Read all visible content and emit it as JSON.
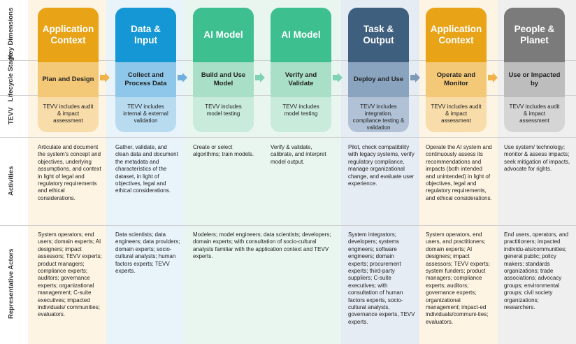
{
  "row_labels": {
    "key_dimensions": "Key Dimensions",
    "lifecycle_stage": "Lifecycle Stage",
    "tevv": "TEVV",
    "activities": "Activities",
    "actors": "Representative Actors"
  },
  "columns": [
    {
      "dimension": "Application Context",
      "stage": "Plan and Design",
      "tevv": "TEVV includes audit & impact assessment",
      "activities": "Articulate and document the system's concept and objectives, underlying assumptions, and context in light of legal and regulatory requirements and ethical considerations.",
      "actors": "System operators; end users; domain experts; AI designers; impact assessors; TEVV experts; product managers; compliance experts; auditors; governance experts; organizational management; C-suite executives; impacted individuals/ communities; evaluators.",
      "colors": {
        "head": "#e8a317",
        "stage": "#f3c978",
        "tevv": "#f8dcaa",
        "bg": "#fdf4e3"
      }
    },
    {
      "dimension": "Data & Input",
      "stage": "Collect and Process Data",
      "tevv": "TEVV includes internal & external validation",
      "activities": "Gather, validate, and clean data and document the metadata and characteristics of the dataset, in light of objectives, legal and ethical considerations.",
      "actors": "Data scientists; data engineers; data providers; domain experts; socio-cultural analysts; human factors experts; TEVV experts.",
      "colors": {
        "head": "#1497d4",
        "stage": "#8ec7e9",
        "tevv": "#b8dbf0",
        "bg": "#e8f3fa"
      }
    },
    {
      "dimension": "AI Model",
      "stage": "Build and Use Model",
      "tevv": "TEVV includes model testing",
      "activities": "Create or select algorithms; train models.",
      "actors": "Modelers; model engineers; data scientists; developers; domain experts; with consultation of socio-cultural analysts familiar with the application context and TEVV experts.",
      "colors": {
        "head": "#3dbf8f",
        "stage": "#a9dfc6",
        "tevv": "#c8ebdb",
        "bg": "#e9f6f0"
      }
    },
    {
      "dimension": "AI Model",
      "stage": "Verify and Validate",
      "tevv": "TEVV includes model testing",
      "activities": "Verify & validate, calibrate, and interpret model output.",
      "actors": "",
      "colors": {
        "head": "#3dbf8f",
        "stage": "#a9dfc6",
        "tevv": "#c8ebdb",
        "bg": "#e9f6f0"
      }
    },
    {
      "dimension": "Task & Output",
      "stage": "Deploy and Use",
      "tevv": "TEVV includes integration, compliance testing & validation",
      "activities": "Pilot, check compatibility with legacy systems, verify regulatory compliance, manage organizational change, and evaluate user experience.",
      "actors": "System integrators; developers; systems engineers; software engineers; domain experts; procurement experts; third-party suppliers; C-suite executives; with consultation of human factors experts, socio-cultural analysts, governance experts, TEVV experts.",
      "colors": {
        "head": "#3f5f7f",
        "stage": "#8aa4c0",
        "tevv": "#b1c2d7",
        "bg": "#e6ecf3"
      }
    },
    {
      "dimension": "Application Context",
      "stage": "Operate and Monitor",
      "tevv": "TEVV includes audit & impact assessment",
      "activities": "Operate the AI system and continuously assess its recommendations and impacts (both intended and unintended) in light of objectives, legal and regulatory requirements, and ethical considerations.",
      "actors": "System operators, end users, and practitioners; domain experts; AI designers; impact assessors; TEVV experts; system funders; product managers; compliance experts; auditors; governance experts; organizational management; impact-ed individuals/communi-ties; evaluators.",
      "colors": {
        "head": "#e8a317",
        "stage": "#f3c978",
        "tevv": "#f8dcaa",
        "bg": "#fdf4e3"
      }
    },
    {
      "dimension": "People & Planet",
      "stage": "Use or Impacted by",
      "tevv": "TEVV includes audit & impact assessment",
      "activities": "Use system/ technology; monitor & assess impacts; seek mitigation of impacts, advocate for rights.",
      "actors": "End users, operators, and practitioners; impacted individu-als/communities; general public; policy makers; standards organizations; trade associations; advocacy groups; environmental groups; civil society organizations; researchers.",
      "colors": {
        "head": "#7b7b7b",
        "stage": "#bdbdbd",
        "tevv": "#d5d5d5",
        "bg": "#efefef"
      }
    }
  ],
  "arrow_color": "#f0b24a",
  "arrow_colors": [
    "#f0b24a",
    "#6fb0df",
    "#7fd3b2",
    "#7fd3b2",
    "#7f9ab8",
    "#f0b24a"
  ]
}
